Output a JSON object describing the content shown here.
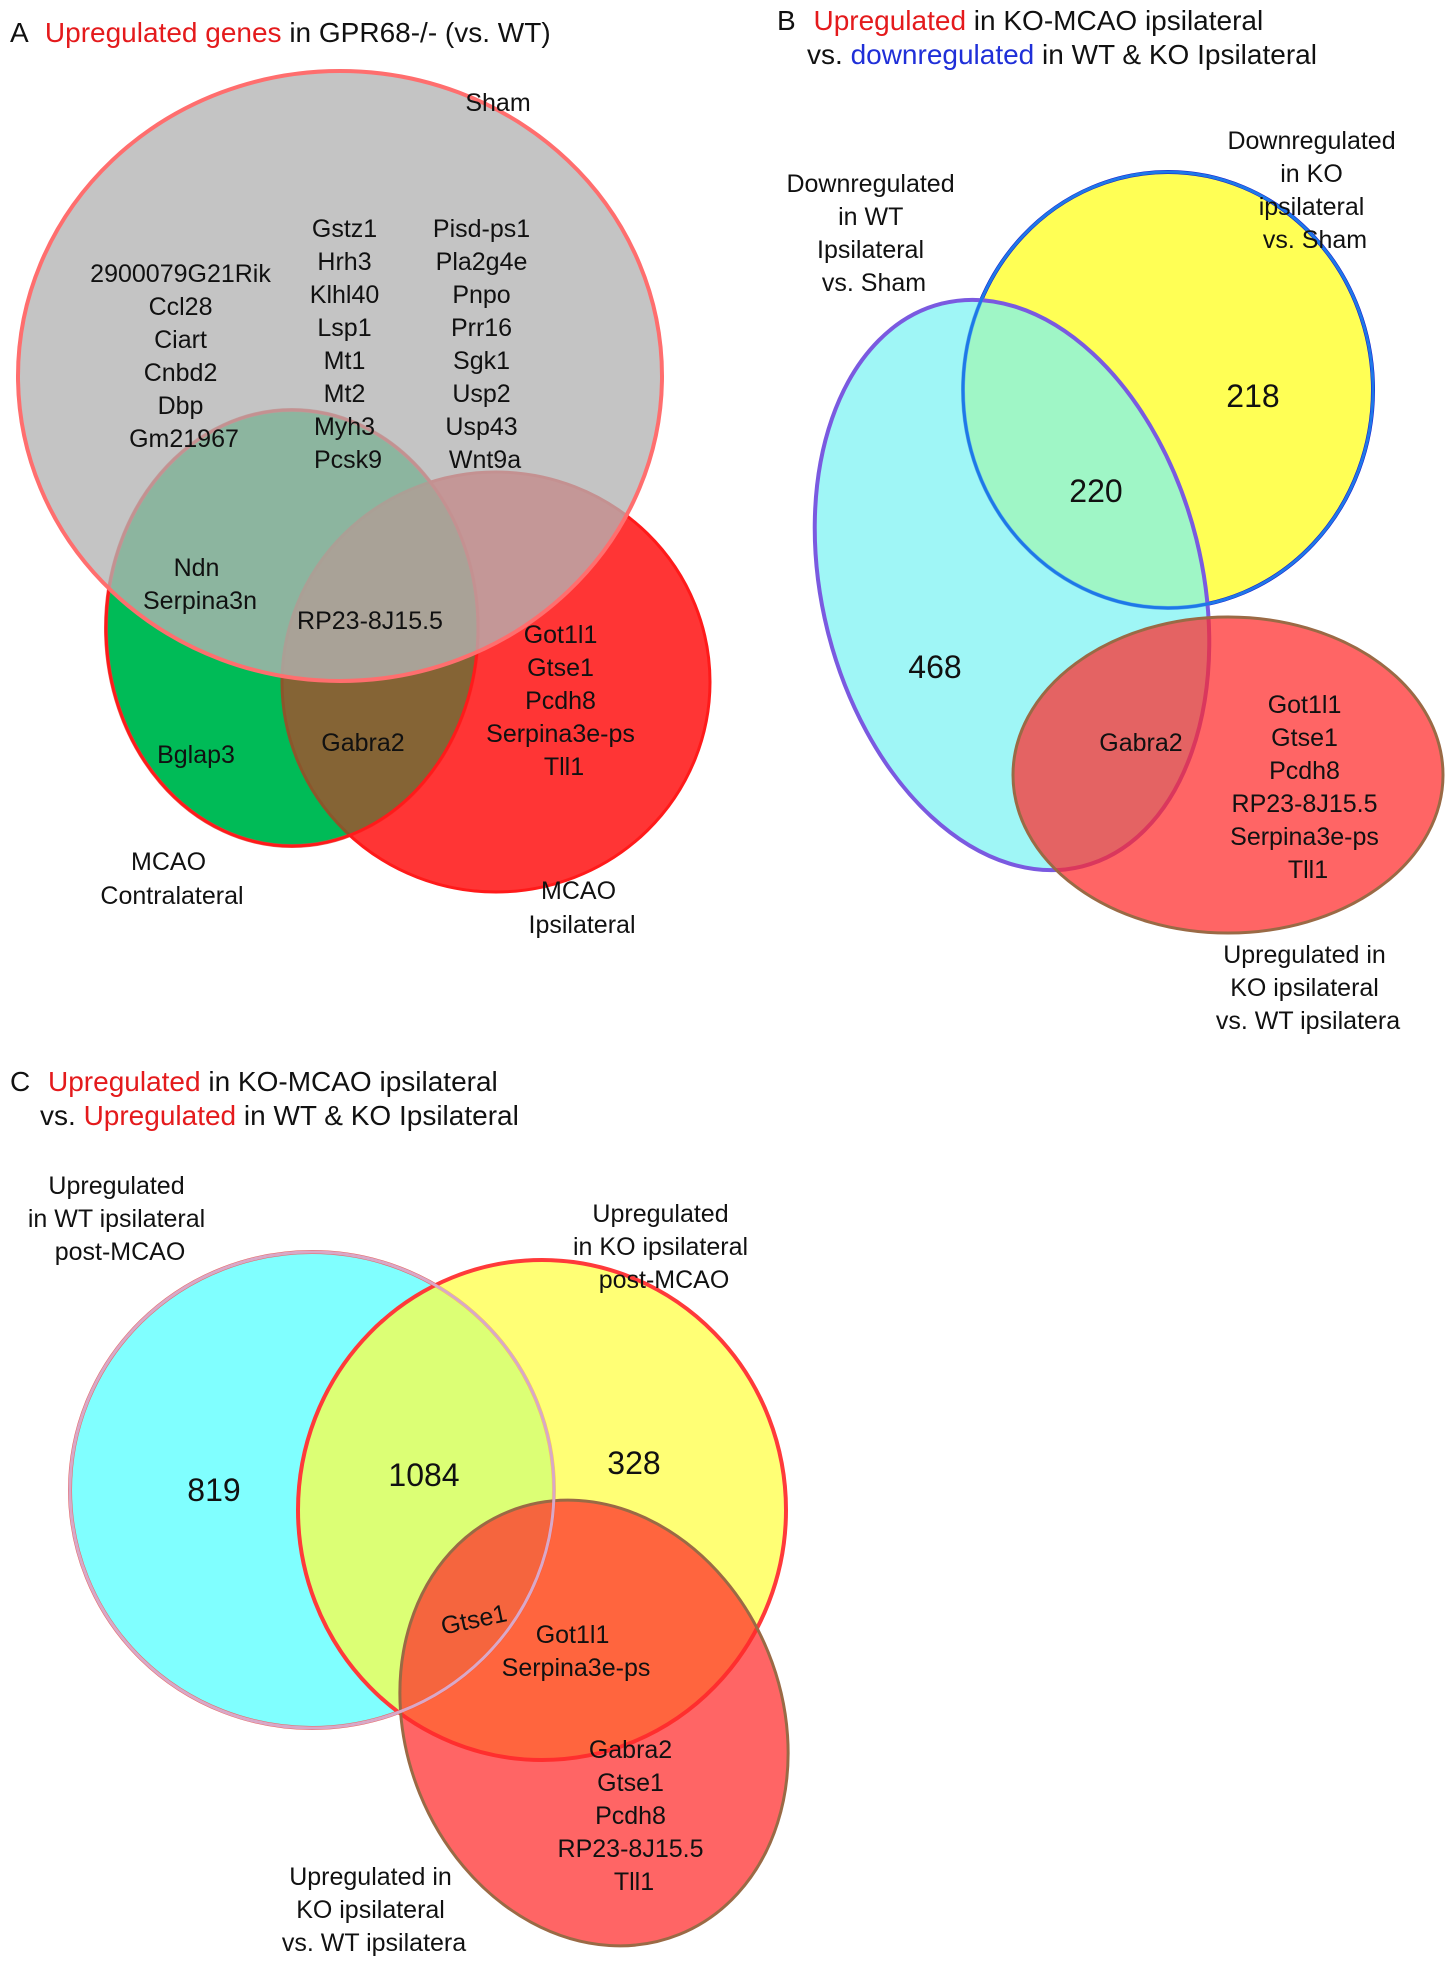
{
  "panel_a": {
    "letter": "A",
    "title_red": "Upregulated genes",
    "title_rest": " in GPR68-/- (vs. WT)",
    "sets": {
      "sham": "Sham",
      "mcao_contra": [
        "MCAO",
        "Contralateral"
      ],
      "mcao_ipsi": [
        "MCAO",
        "Ipsilateral"
      ]
    },
    "regions": {
      "sham_col1": [
        "2900079G21Rik",
        "Ccl28",
        "Ciart",
        "Cnbd2",
        "Dbp",
        "Gm21967"
      ],
      "sham_col2": [
        "Gstz1",
        "Hrh3",
        "Klhl40",
        "Lsp1",
        "Mt1",
        "Mt2",
        "Myh3",
        "Pcsk9"
      ],
      "sham_col3": [
        "Pisd-ps1",
        "Pla2g4e",
        "Pnpo",
        "Prr16",
        "Sgk1",
        "Usp2",
        "Usp43",
        "Wnt9a"
      ],
      "sham_contra": [
        "Ndn",
        "Serpina3n"
      ],
      "all_three": [
        "RP23-8J15.5"
      ],
      "contra_only": [
        "Bglap3"
      ],
      "contra_ipsi": [
        "Gabra2"
      ],
      "ipsi_only": [
        "Got1l1",
        "Gtse1",
        "Pcdh8",
        "Serpina3e-ps",
        "Tll1"
      ]
    }
  },
  "panel_b": {
    "letter": "B",
    "title_line1_red": "Upregulated",
    "title_line1_rest": " in KO-MCAO ipsilateral",
    "title_line2_pre": "vs. ",
    "title_line2_blue": "downregulated",
    "title_line2_rest": " in WT & KO Ipsilateral",
    "sets": {
      "wt": [
        "Downregulated",
        "in WT",
        "Ipsilateral",
        "vs. Sham"
      ],
      "ko": [
        "Downregulated",
        "in KO",
        "ipsilateral",
        "vs. Sham"
      ],
      "up": [
        "Upregulated in",
        "KO ipsilateral",
        "vs. WT ipsilatera"
      ]
    },
    "regions": {
      "wt_only": "468",
      "wt_ko": "220",
      "ko_only": "218",
      "wt_up": [
        "Gabra2"
      ],
      "up_only": [
        "Got1l1",
        "Gtse1",
        "Pcdh8",
        "RP23-8J15.5",
        "Serpina3e-ps",
        "Tll1"
      ]
    }
  },
  "panel_c": {
    "letter": "C",
    "title_line1_red": "Upregulated",
    "title_line1_rest": " in KO-MCAO ipsilateral",
    "title_line2_pre": "vs. ",
    "title_line2_red": "Upregulated",
    "title_line2_rest": " in WT & KO Ipsilateral",
    "sets": {
      "wt": [
        "Upregulated",
        "in WT ipsilateral",
        "post-MCAO"
      ],
      "ko": [
        "Upregulated",
        "in KO ipsilateral",
        "post-MCAO"
      ],
      "up": [
        "Upregulated in",
        "KO ipsilateral",
        "vs. WT ipsilatera"
      ]
    },
    "regions": {
      "wt_only": "819",
      "wt_ko": "1084",
      "ko_only": "328",
      "wt_up": [
        "Gtse1"
      ],
      "ko_up": [
        "Got1l1",
        "Serpina3e-ps"
      ],
      "up_only": [
        "Gabra2",
        "Gtse1",
        "Pcdh8",
        "RP23-8J15.5",
        "Tll1"
      ]
    }
  },
  "colors": {
    "red_text": "#e41a1c",
    "blue_text": "#1f2fd8",
    "sham_fill": "#b3b3b3",
    "green_fill": "#00d26a",
    "red_fill": "#ff2a2a",
    "cyan_fill": "#80ffff",
    "yellow_fill": "#ffff40",
    "outline_red": "#e8645f",
    "outline_blue": "#1414c8",
    "outline_purple": "#7a5ae0",
    "outline_brown": "#9a6a45"
  }
}
